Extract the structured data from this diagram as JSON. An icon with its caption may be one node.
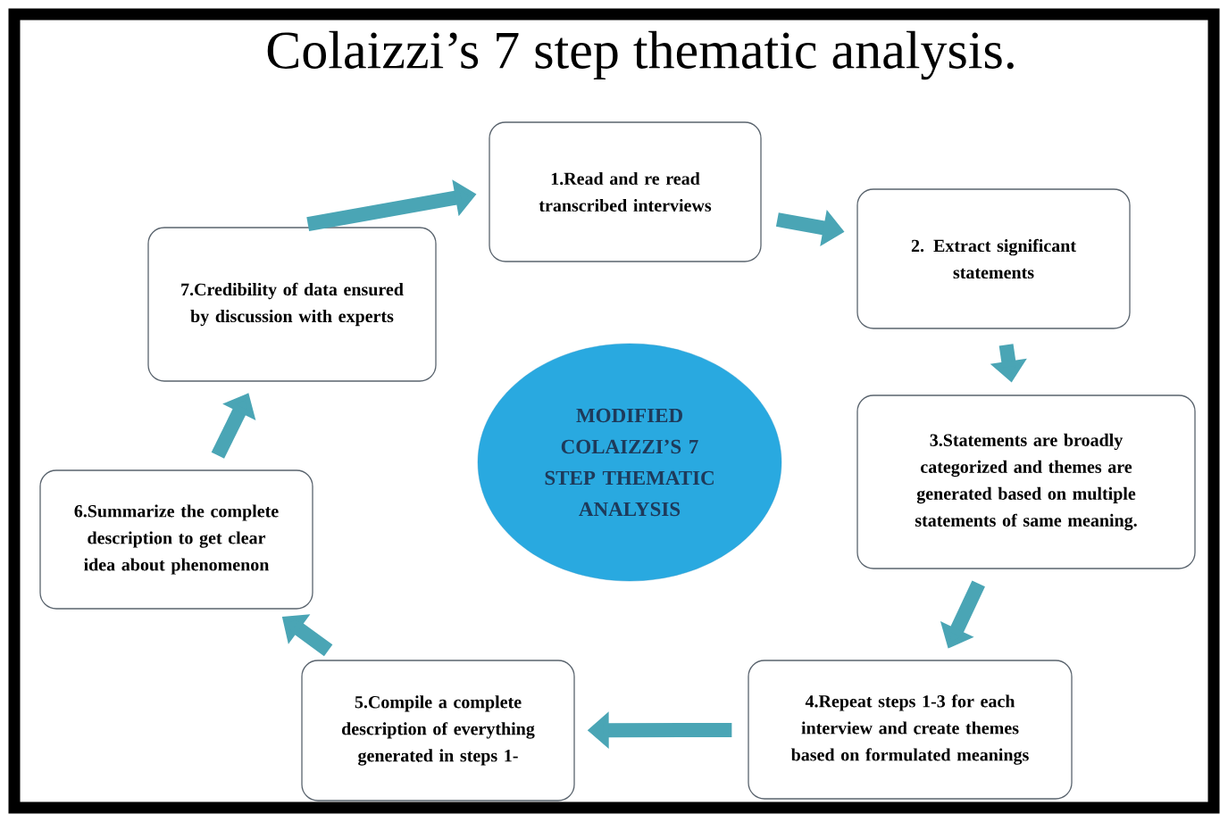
{
  "diagram": {
    "title": "Colaizzi’s 7 step thematic analysis.",
    "nodes": [
      {
        "text": [
          "1.Read and re read transcribed interviews"
        ]
      },
      {
        "text": [
          "2. Extract significant statements"
        ]
      },
      {
        "text": [
          "3.Statements are broadly categorized and themes are generated based on multiple statements of same meaning."
        ]
      },
      {
        "text": [
          "4.Repeat steps 1-3 for each interview and create themes based on formulated meanings"
        ]
      },
      {
        "text": [
          "5.Compile a complete description of everything generated in steps 1-"
        ]
      },
      {
        "text": [
          "6.Summarize the complete description to get clear idea about phenomenon"
        ]
      },
      {
        "text": [
          "7.Credibility of data ensured by discussion with experts"
        ]
      },
      {
        "text": [
          "MODIFIED COLAIZZI’S 7 STEP THEMATIC ANALYSIS"
        ]
      }
    ],
    "edges": [
      {
        "from": 0,
        "to": 1,
        "arrow": "to"
      },
      {
        "from": 1,
        "to": 2,
        "arrow": "to"
      },
      {
        "from": 2,
        "to": 3,
        "arrow": "to"
      },
      {
        "from": 3,
        "to": 4,
        "arrow": "to"
      },
      {
        "from": 4,
        "to": 5,
        "arrow": "to"
      },
      {
        "from": 5,
        "to": 6,
        "arrow": "to"
      },
      {
        "from": 6,
        "to": 0,
        "arrow": "to"
      }
    ]
  }
}
